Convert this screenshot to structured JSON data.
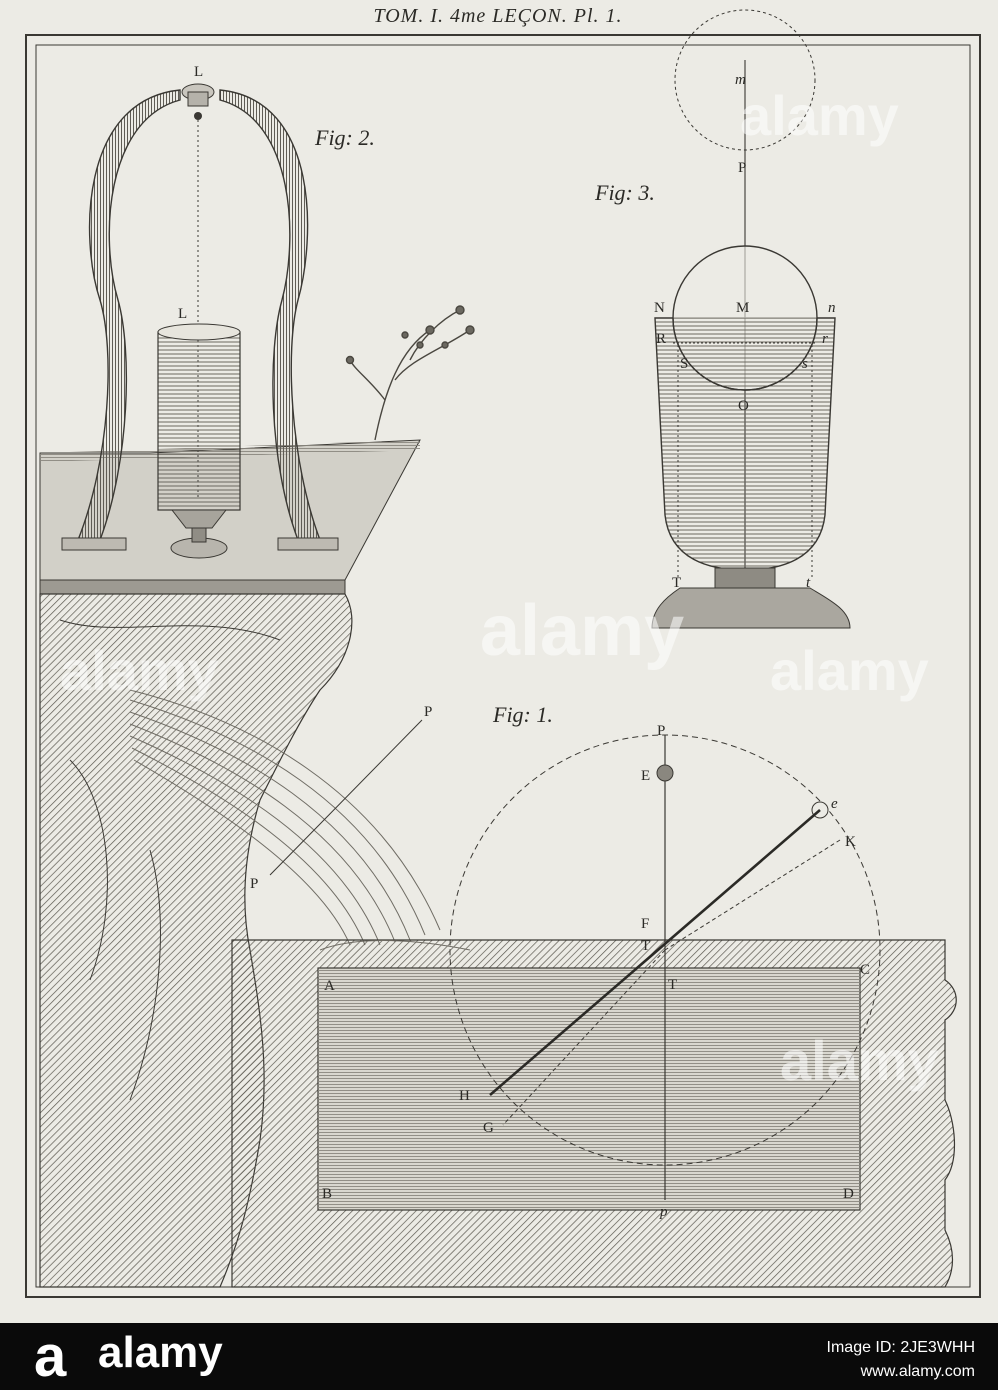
{
  "header": "TOM. I. 4me LEÇON. Pl. 1.",
  "figures": {
    "fig1": "Fig: 1.",
    "fig2": "Fig: 2.",
    "fig3": "Fig: 3."
  },
  "fig2_labels": {
    "top": "L",
    "mid": "L"
  },
  "fig3_labels": {
    "m": "m",
    "P": "P",
    "N": "N",
    "M": "M",
    "n": "n",
    "R": "R",
    "r": "r",
    "S": "S",
    "s": "s",
    "O": "O",
    "T": "T",
    "t": "t"
  },
  "fig1_labels": {
    "P_stream_top": "P",
    "P_stream_bottom": "P",
    "P_top": "P",
    "E": "E",
    "e": "e",
    "K": "K",
    "F": "F",
    "T": "T",
    "T2": "T",
    "A": "A",
    "C": "C",
    "H": "H",
    "G": "G",
    "B": "B",
    "p": "p",
    "D": "D"
  },
  "watermark": {
    "brand": "alamy",
    "image_id_label": "Image ID: 2JE3WHH",
    "site": "www.alamy.com",
    "logo_letter": "a"
  }
}
